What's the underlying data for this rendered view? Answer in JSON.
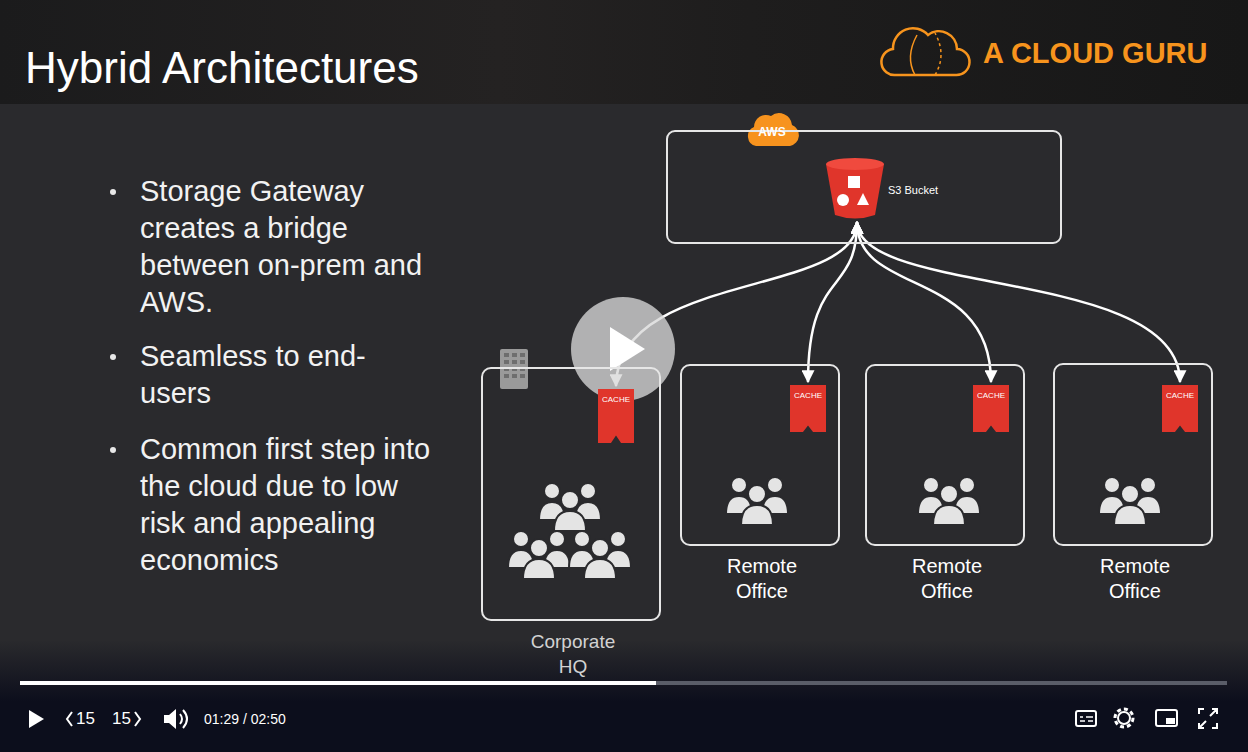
{
  "diagram": {
    "title": "Hybrid Architectures",
    "nodes": [
      {
        "text": [
          "AWS"
        ]
      },
      {
        "text": [
          "S3 Bucket"
        ],
        "in": 0
      },
      {
        "text": [
          "Corporate HQ"
        ]
      },
      {
        "text": [
          "CACHE"
        ],
        "in": 2
      },
      {
        "text": [
          "Remote Office"
        ]
      },
      {
        "text": [
          "CACHE"
        ],
        "in": 4
      },
      {
        "text": [
          "Remote Office"
        ]
      },
      {
        "text": [
          "CACHE"
        ],
        "in": 6
      },
      {
        "text": [
          "Remote Office"
        ]
      },
      {
        "text": [
          "CACHE"
        ],
        "in": 8
      }
    ],
    "edges": [
      {
        "from": 1,
        "to": 3,
        "arrow": "both"
      },
      {
        "from": 1,
        "to": 5,
        "arrow": "both"
      },
      {
        "from": 1,
        "to": 7,
        "arrow": "both"
      },
      {
        "from": 1,
        "to": 9,
        "arrow": "both"
      }
    ],
    "labels": [
      "Storage Gateway creates a bridge between on-prem and AWS.",
      "Seamless to end-users",
      "Common first step into the cloud due to low risk and appealing economics",
      "A CLOUD GURU",
      "15",
      "15",
      "01:29 / 02:50"
    ]
  }
}
